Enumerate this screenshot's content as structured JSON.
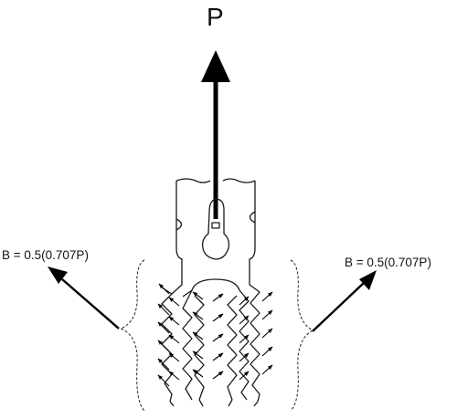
{
  "diagram": {
    "load_label": "P",
    "left_force_label": "B = 0.5(0.707P)",
    "right_force_label": "B = 0.5(0.707P)"
  }
}
